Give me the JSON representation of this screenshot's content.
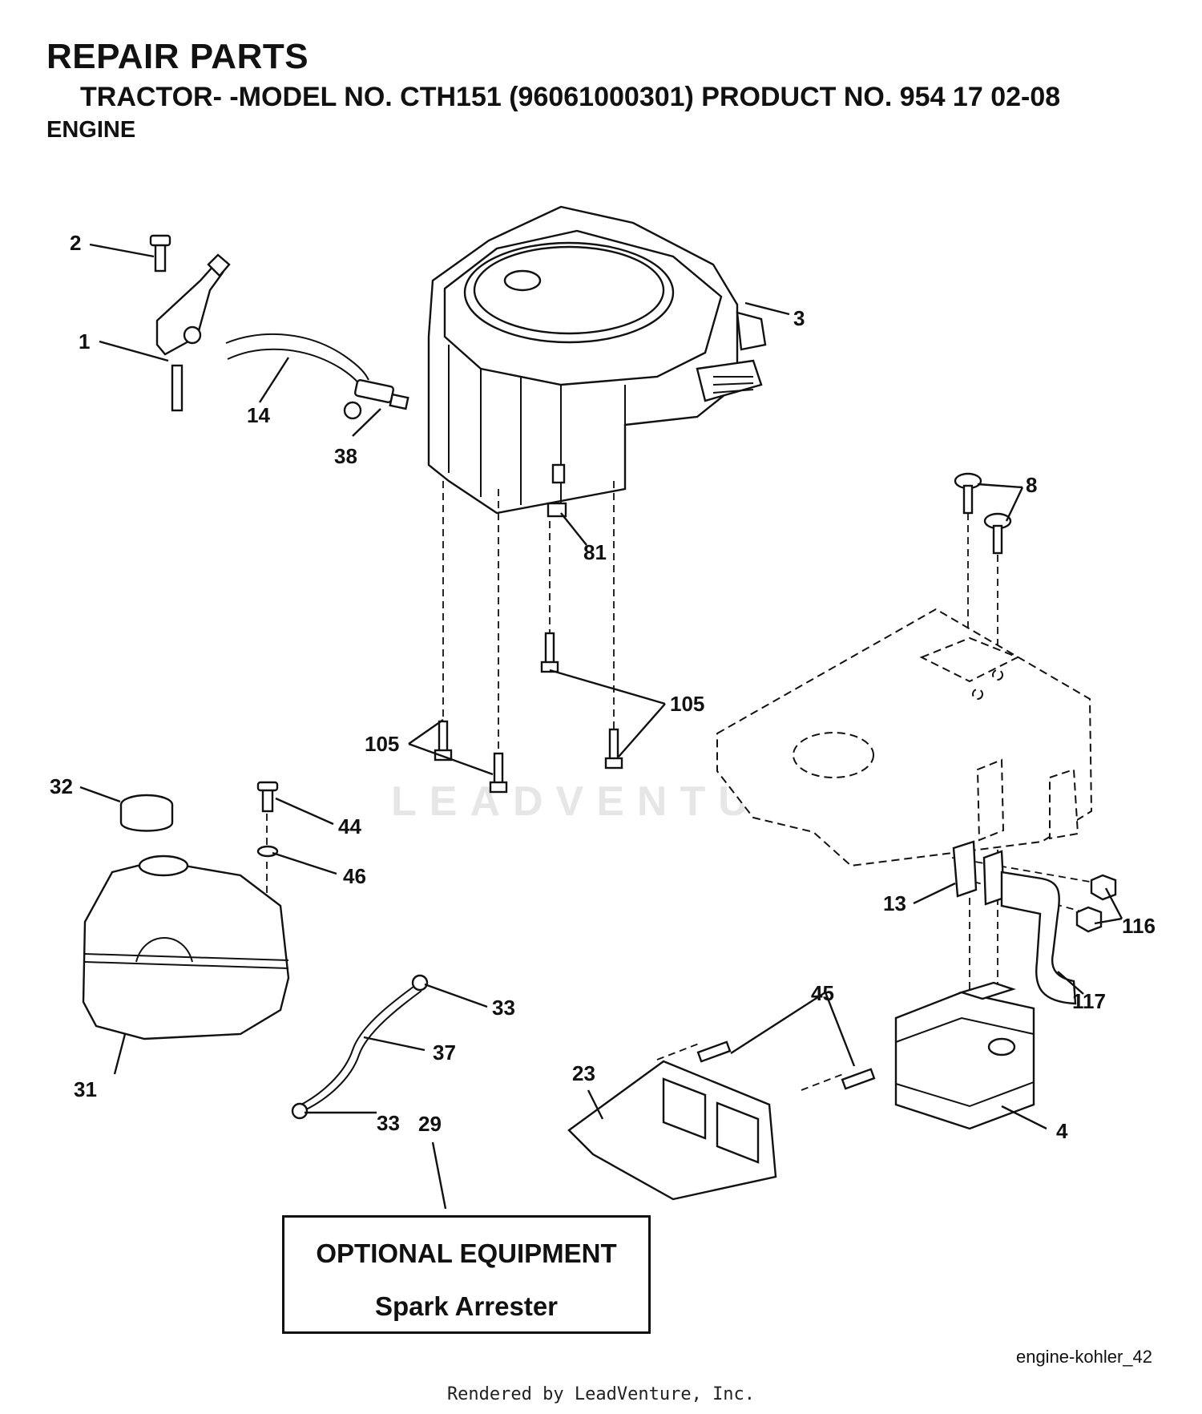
{
  "header": {
    "title": "REPAIR PARTS",
    "subtitle": "TRACTOR- -MODEL NO. CTH151 (96061000301) PRODUCT NO. 954 17 02-08",
    "section": "ENGINE"
  },
  "callouts": [
    {
      "id": "c2",
      "label": "2"
    },
    {
      "id": "c1",
      "label": "1"
    },
    {
      "id": "c14",
      "label": "14"
    },
    {
      "id": "c38",
      "label": "38"
    },
    {
      "id": "c3",
      "label": "3"
    },
    {
      "id": "c81",
      "label": "81"
    },
    {
      "id": "c8",
      "label": "8"
    },
    {
      "id": "c105a",
      "label": "105"
    },
    {
      "id": "c105b",
      "label": "105"
    },
    {
      "id": "c32",
      "label": "32"
    },
    {
      "id": "c44",
      "label": "44"
    },
    {
      "id": "c46",
      "label": "46"
    },
    {
      "id": "c13",
      "label": "13"
    },
    {
      "id": "c116",
      "label": "116"
    },
    {
      "id": "c45",
      "label": "45"
    },
    {
      "id": "c117",
      "label": "117"
    },
    {
      "id": "c33a",
      "label": "33"
    },
    {
      "id": "c37",
      "label": "37"
    },
    {
      "id": "c31",
      "label": "31"
    },
    {
      "id": "c23",
      "label": "23"
    },
    {
      "id": "c33b",
      "label": "33"
    },
    {
      "id": "c29",
      "label": "29"
    },
    {
      "id": "c4",
      "label": "4"
    }
  ],
  "optional_equipment": {
    "title": "OPTIONAL EQUIPMENT",
    "item": "Spark Arrester"
  },
  "diagram_ref": "engine-kohler_42",
  "watermark": "LEADVENTURE",
  "render_credit": "Rendered by LeadVenture, Inc."
}
